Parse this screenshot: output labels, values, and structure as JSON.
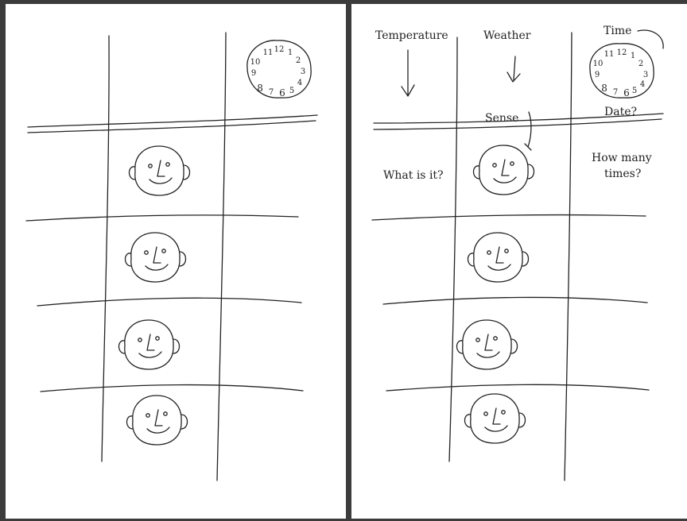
{
  "left_sketch": {
    "clock_numbers": [
      "12",
      "1",
      "2",
      "3",
      "4",
      "5",
      "6",
      "7",
      "8",
      "9",
      "10",
      "11"
    ]
  },
  "right_sketch": {
    "labels": {
      "temperature": "Temperature",
      "weather": "Weather",
      "time": "Time",
      "date": "Date?",
      "sense": "Sense",
      "what_is_it": "What is it?",
      "how_many_line1": "How many",
      "how_many_line2": "times?"
    },
    "clock_numbers": [
      "12",
      "1",
      "2",
      "3",
      "4",
      "5",
      "6",
      "7",
      "8",
      "9",
      "10",
      "11"
    ]
  }
}
